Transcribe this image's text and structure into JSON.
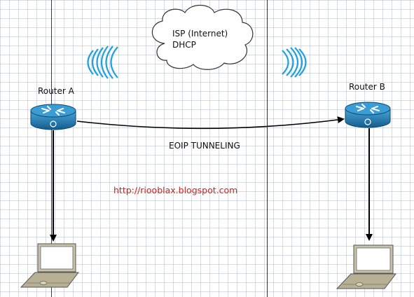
{
  "diagram": {
    "router_a": {
      "label": "Router A"
    },
    "router_b": {
      "label": "Router B"
    },
    "cloud": {
      "line1": "ISP (Internet)",
      "line2": "DHCP"
    },
    "tunnel_label": "EOIP TUNNELING",
    "url": "http://riooblax.blogspot.com"
  },
  "colors": {
    "router": "#1f80b8",
    "signal": "#20a0e0",
    "url": "#d42020",
    "grid": "#b4c0d2"
  },
  "icons": [
    "router-icon",
    "wifi-signal-icon",
    "cloud-icon",
    "laptop-icon"
  ]
}
